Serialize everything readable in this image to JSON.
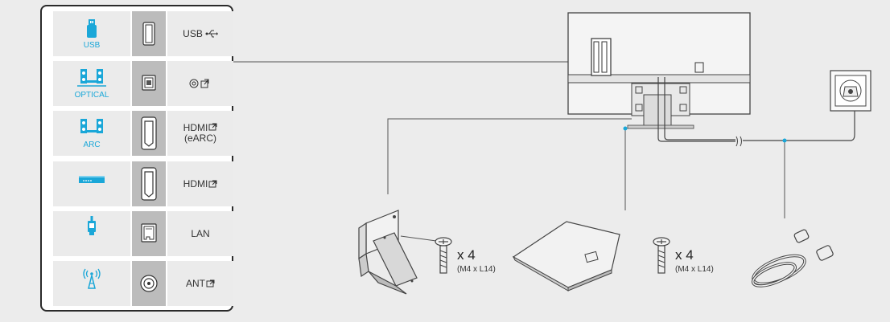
{
  "colors": {
    "accent": "#1aa7d8",
    "panel_border": "#2a2a2a",
    "background": "#ececec"
  },
  "ports": [
    {
      "device": "USB",
      "device_icon": "usb-drive-icon",
      "port_icon": "usb-port-icon",
      "label": "USB",
      "label_icon": "usb-symbol-icon"
    },
    {
      "device": "OPTICAL",
      "device_icon": "speakers-icon",
      "port_icon": "optical-port-icon",
      "label": "",
      "label_icon": "optical-symbol-icon"
    },
    {
      "device": "ARC",
      "device_icon": "speakers-icon",
      "port_icon": "hdmi-port-icon",
      "label": "HDMI",
      "label2": "(eARC)",
      "label_icon": "input-symbol-icon"
    },
    {
      "device": "",
      "device_icon": "set-top-box-icon",
      "port_icon": "hdmi-port-icon",
      "label": "HDMI",
      "label_icon": "input-symbol-icon"
    },
    {
      "device": "",
      "device_icon": "lan-cable-icon",
      "port_icon": "lan-port-icon",
      "label": "LAN",
      "label_icon": ""
    },
    {
      "device": "",
      "device_icon": "antenna-icon",
      "port_icon": "ant-port-icon",
      "label": "ANT",
      "label_icon": "input-symbol-icon"
    }
  ],
  "accessories": {
    "stand_screws": {
      "quantity": "x 4",
      "spec": "(M4 x L14)"
    },
    "base_screws": {
      "quantity": "x 4",
      "spec": "(M4 x L14)"
    }
  }
}
